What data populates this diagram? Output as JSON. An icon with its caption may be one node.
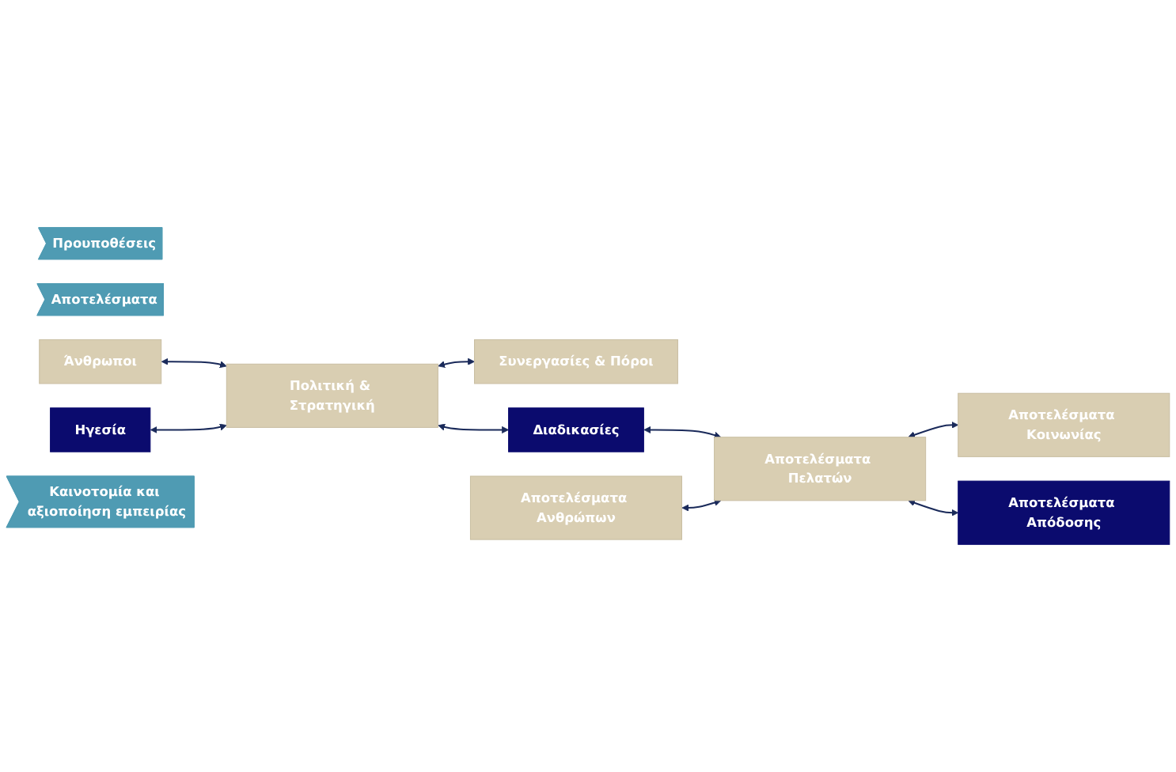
{
  "diagram": {
    "nodes": [
      {
        "text": [
          "Προυποθέσεις"
        ]
      },
      {
        "text": [
          "Αποτελέσματα"
        ]
      },
      {
        "text": [
          "Ηγεσία"
        ]
      },
      {
        "text": [
          "Άνθρωποι"
        ]
      },
      {
        "text": [
          "Πολιτική & Στρατηγική"
        ]
      },
      {
        "text": [
          "Συνεργασίες & Πόροι"
        ]
      },
      {
        "text": [
          "Διαδικασίες"
        ]
      },
      {
        "text": [
          "Αποτελέσματα Ανθρώπων"
        ]
      },
      {
        "text": [
          "Αποτελέσματα Πελατών"
        ]
      },
      {
        "text": [
          "Αποτελέσματα Κοινωνίας"
        ]
      },
      {
        "text": [
          "Αποτελέσματα Απόδοσης"
        ]
      },
      {
        "text": [
          "Καινοτομία και αξιοποίηση εμπειρίας"
        ]
      }
    ],
    "edges": [
      {
        "from": 3,
        "to": 4,
        "arrow": "both"
      },
      {
        "from": 2,
        "to": 4,
        "arrow": "both"
      },
      {
        "from": 4,
        "to": 6,
        "arrow": "both"
      },
      {
        "from": 4,
        "to": 5,
        "arrow": "both"
      },
      {
        "from": 6,
        "to": 8,
        "arrow": "both"
      },
      {
        "from": 7,
        "to": 8,
        "arrow": "both"
      },
      {
        "from": 8,
        "to": 9,
        "arrow": "both"
      },
      {
        "from": 8,
        "to": 10,
        "arrow": "both"
      }
    ]
  }
}
